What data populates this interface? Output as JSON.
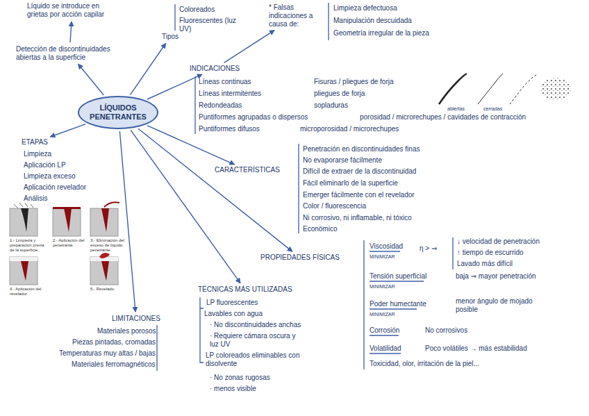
{
  "diagram": {
    "nodes": [
      {
        "text": [
          "LÍQUIDOS PENETRANTES"
        ]
      },
      {
        "text": [
          "Detección de discontinuidades abiertas a la superficie"
        ]
      },
      {
        "text": [
          "Líquido se introduce en grietas por acción capilar"
        ]
      },
      {
        "text": [
          "Tipos"
        ]
      },
      {
        "text": [
          "INDICACIONES"
        ]
      },
      {
        "text": [
          "* Falsas indicaciones a causa de:"
        ]
      },
      {
        "text": [
          "ETAPAS"
        ]
      },
      {
        "text": [
          "CARACTERÍSTICAS"
        ]
      },
      {
        "text": [
          "PROPIEDADES FÍSICAS"
        ]
      },
      {
        "text": [
          "TÉCNICAS MÁS UTILIZADAS"
        ]
      },
      {
        "text": [
          "LIMITACIONES"
        ]
      }
    ],
    "edges": [
      {
        "from": 0,
        "to": 1,
        "arrow": "to"
      },
      {
        "from": 1,
        "to": 2,
        "arrow": "to"
      },
      {
        "from": 0,
        "to": 3,
        "arrow": "to"
      },
      {
        "from": 0,
        "to": 4,
        "arrow": "to"
      },
      {
        "from": 4,
        "to": 5,
        "arrow": "to"
      },
      {
        "from": 0,
        "to": 6,
        "arrow": "to"
      },
      {
        "from": 0,
        "to": 7,
        "arrow": "to"
      },
      {
        "from": 0,
        "to": 8,
        "arrow": "to"
      },
      {
        "from": 0,
        "to": 9,
        "arrow": "to"
      },
      {
        "from": 0,
        "to": 10,
        "arrow": "to"
      }
    ],
    "labels": [
      "Coloreados",
      "Fluorescentes (luz UV)",
      "Limpieza defectuosa",
      "Manipulación descuidada",
      "Geometría irregular de la pieza",
      "Líneas continuas",
      "Fisuras / pliegues de forja",
      "Líneas intermitentes",
      "pliegues de forja",
      "Redondeadas",
      "sopladuras",
      "Puntiformes agrupadas o dispersos",
      "porosidad / microrechupes / cavidades de contracción",
      "Puntiformes difusos",
      "microporosidad / microrechupes",
      "abiertas",
      "cerradas",
      "Penetración en discontinuidades finas",
      "No evaporarse fácilmente",
      "Difícil de extraer de la discontinuidad",
      "Fácil eliminarlo de la superficie",
      "Emerger fácilmente con el revelador",
      "Color / fluorescencia",
      "Ni corrosivo, ni inflamable, ni tóxico",
      "Económico",
      "Viscosidad",
      "MINIMIZAR",
      "η > ⇒",
      "↓ velocidad de penetración",
      "↑ tiempo de escurrido",
      "Lavado más difícil",
      "Tensión superficial",
      "MINIMIZAR",
      "baja ⇒ mayor penetración",
      "Poder humectante",
      "MINIMIZAR",
      "menor ángulo de mojado posible",
      "Corrosión",
      "No corrosivos",
      "Volatilidad",
      "Poco volátiles → más estabilidad",
      "Toxicidad, olor, irritación de la piel...",
      "LP fluorescentes",
      "Lavables con agua",
      "· No discontinuidades anchas",
      "· Requiere cámara oscura y luz UV",
      "LP coloreados eliminables con disolvente",
      "· No zonas rugosas",
      "· menos visible",
      "Materiales porosos",
      "Piezas pintadas, cromadas",
      "Temperaturas muy altas / bajas",
      "Materiales ferromagnéticos",
      "Limpieza",
      "Aplicación LP",
      "Limpieza exceso",
      "Aplicación revelador",
      "Análisis",
      "1.- Limpieza y preparación previa de la superficie.",
      "2.- Aplicación del penetrante.",
      "3.- Eliminación del exceso de líquido penetrante.",
      "4.- Aplicación del revelador.",
      "5.- Revelado."
    ]
  }
}
